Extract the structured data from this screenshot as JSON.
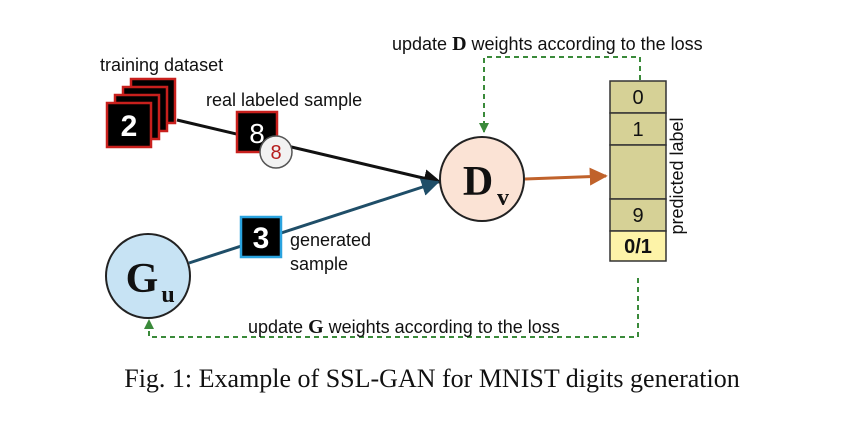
{
  "labels": {
    "training_dataset": "training dataset",
    "real_labeled_sample": "real labeled sample",
    "generated_line1": "generated",
    "generated_line2": "sample",
    "predicted_label": "predicted label",
    "update_d_prefix": "update ",
    "update_d_bold": "D",
    "update_d_suffix": " weights according to the loss",
    "update_g_prefix": "update ",
    "update_g_bold": "G",
    "update_g_suffix": " weights according to the loss"
  },
  "nodes": {
    "discriminator": {
      "letter": "D",
      "subscript": "v"
    },
    "generator": {
      "letter": "G",
      "subscript": "u"
    }
  },
  "samples": {
    "dataset_digit": "2",
    "real_digit": "8",
    "real_label": "8",
    "generated_digit": "3"
  },
  "output_cells": [
    "0",
    "1",
    "",
    "9",
    "0/1"
  ],
  "caption": "Fig. 1: Example of SSL-GAN for MNIST digits generation",
  "colors": {
    "discriminator_fill": "#fbe3d5",
    "generator_fill": "#c7e3f4",
    "output_cell": "#d6d196",
    "output_last": "#fdf3a8",
    "orange_arrow": "#c0622b",
    "blue_arrow": "#1f4e68",
    "green_dashed": "#3a8a3a",
    "real_border": "#c8201d",
    "generated_border": "#2aa3df"
  }
}
